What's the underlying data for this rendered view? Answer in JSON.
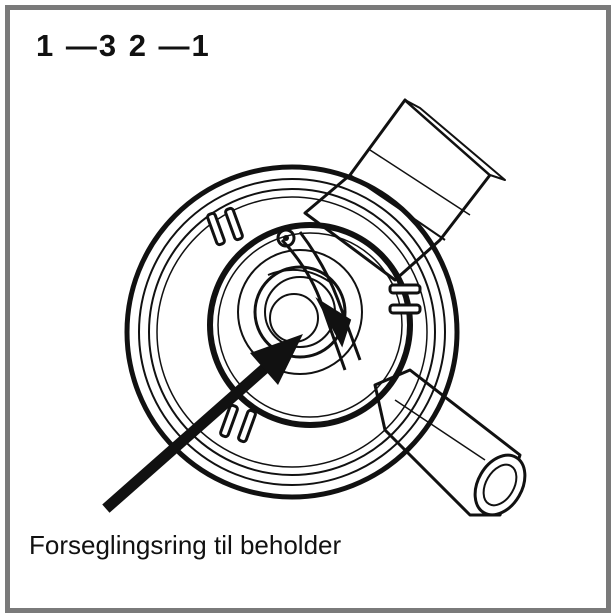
{
  "step": {
    "code": "1 —3 2 —1"
  },
  "caption": {
    "text": "Forseglingsring til beholder"
  },
  "icons": {
    "illustration": "vacuum-container-seal-diagram",
    "arrow": "pointer-arrow-icon"
  },
  "colors": {
    "frame": "#7a7a7a",
    "ink": "#111111",
    "background": "#ffffff"
  }
}
